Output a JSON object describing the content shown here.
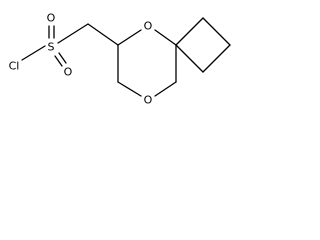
{
  "molecule": {
    "atoms": {
      "chlorine": "Cl",
      "sulfur": "S",
      "sulfonyl_oxygen_top": "O",
      "sulfonyl_oxygen_bottom": "O",
      "ring_oxygen_top": "O",
      "ring_oxygen_bottom": "O"
    },
    "colors": {
      "bond": "#000000",
      "label": "#000000",
      "background": "#ffffff"
    }
  }
}
